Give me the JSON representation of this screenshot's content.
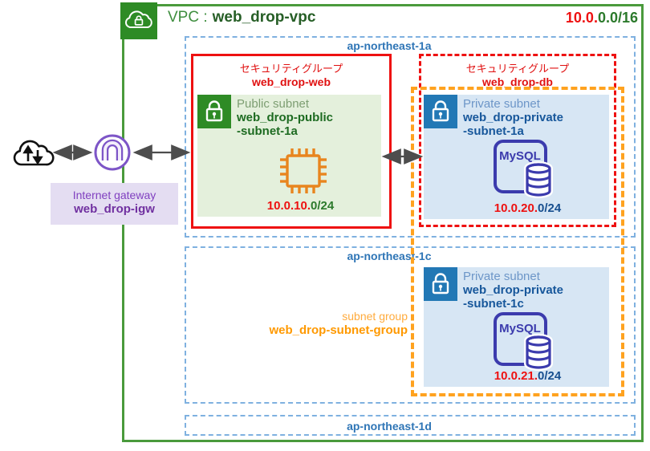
{
  "vpc": {
    "label": "VPC :",
    "name": "web_drop-vpc",
    "cidr_network": "10.0.",
    "cidr_host": "0.0/16"
  },
  "internet_gateway": {
    "label": "Internet gateway",
    "name": "web_drop-igw"
  },
  "availability_zones": {
    "az_1a": "ap-northeast-1a",
    "az_1c": "ap-northeast-1c",
    "az_1d": "ap-northeast-1d"
  },
  "security_groups": {
    "web": {
      "label": "セキュリティグループ",
      "name": "web_drop-web"
    },
    "db": {
      "label": "セキュリティグループ",
      "name": "web_drop-db"
    }
  },
  "subnet_group": {
    "label": "subnet group",
    "name": "web_drop-subnet-group"
  },
  "subnets": {
    "public_1a": {
      "type": "Public subnet",
      "name_line1": "web_drop-public",
      "name_line2": "-subnet-1a",
      "cidr_network": "10.0.10.",
      "cidr_host": "0/24"
    },
    "private_1a": {
      "type": "Private subnet",
      "name_line1": "web_drop-private",
      "name_line2": "-subnet-1a",
      "engine": "MySQL",
      "cidr_network": "10.0.20.",
      "cidr_host": "0/24"
    },
    "private_1c": {
      "type": "Private subnet",
      "name_line1": "web_drop-private",
      "name_line2": "-subnet-1c",
      "engine": "MySQL",
      "cidr_network": "10.0.21.",
      "cidr_host": "0/24"
    }
  },
  "colors": {
    "vpc_green": "#4a9a3c",
    "subnet_green_bg": "#e4f0dc",
    "subnet_blue_bg": "#d7e6f4",
    "az_blue": "#7fb1e0",
    "az_text": "#2e75b6",
    "sg_red": "#ee1111",
    "subnet_group_orange": "#ffa21f",
    "igw_purple": "#7d55c7",
    "db_indigo": "#3b3bad",
    "ec2_orange": "#e8851e",
    "cidr_red": "#ee1111"
  }
}
